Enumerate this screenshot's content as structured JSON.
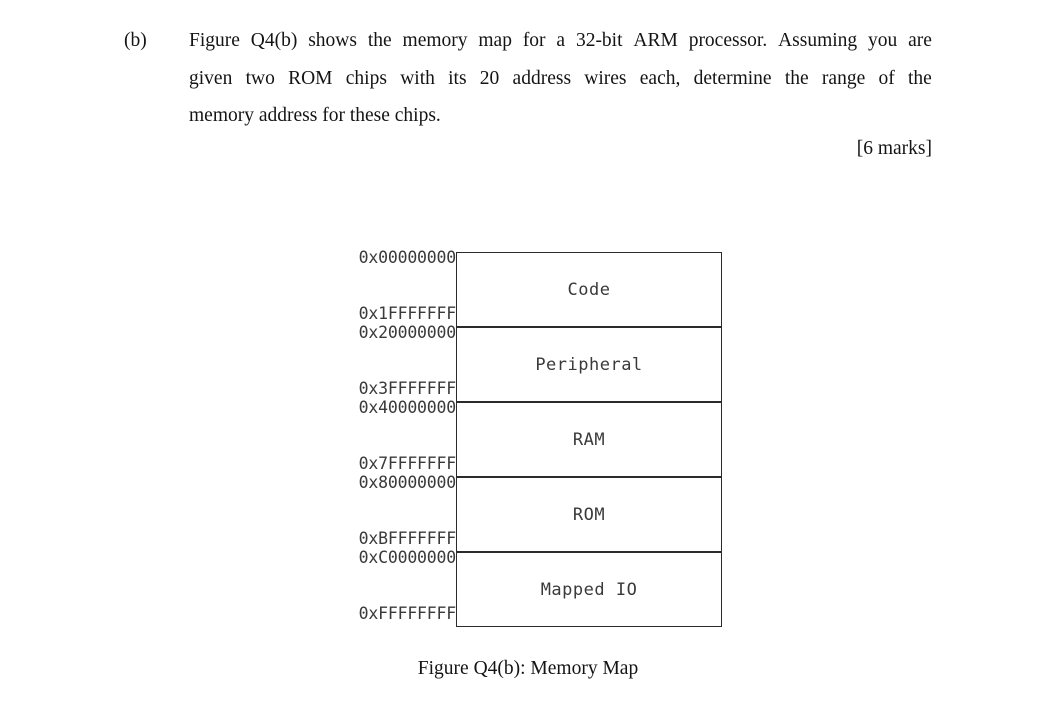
{
  "question": {
    "label": "(b)",
    "lines": [
      "Figure Q4(b) shows the memory map for a 32-bit ARM processor. Assuming you are",
      "given two ROM chips with its 20 address wires each, determine the range of the",
      "memory address for these chips."
    ],
    "marks": "[6 marks]"
  },
  "figure": {
    "caption": "Figure Q4(b): Memory Map",
    "regions": [
      {
        "name": "Code",
        "start": "0x00000000",
        "end": "0x1FFFFFFF"
      },
      {
        "name": "Peripheral",
        "start": "0x20000000",
        "end": "0x3FFFFFFF"
      },
      {
        "name": "RAM",
        "start": "0x40000000",
        "end": "0x7FFFFFFF"
      },
      {
        "name": "ROM",
        "start": "0x80000000",
        "end": "0xBFFFFFFF"
      },
      {
        "name": "Mapped IO",
        "start": "0xC0000000",
        "end": "0xFFFFFFFF"
      }
    ],
    "address_ticks": [
      "0x00000000",
      "0x1FFFFFFF",
      "0x20000000",
      "0x3FFFFFFF",
      "0x40000000",
      "0x7FFFFFFF",
      "0x80000000",
      "0xBFFFFFFF",
      "0xC0000000",
      "0xFFFFFFFF"
    ]
  },
  "colors": {
    "page_background": "#ffffff",
    "text": "#141414",
    "diagram_line": "#2b2b2b",
    "diagram_text": "#3a3a3a"
  }
}
